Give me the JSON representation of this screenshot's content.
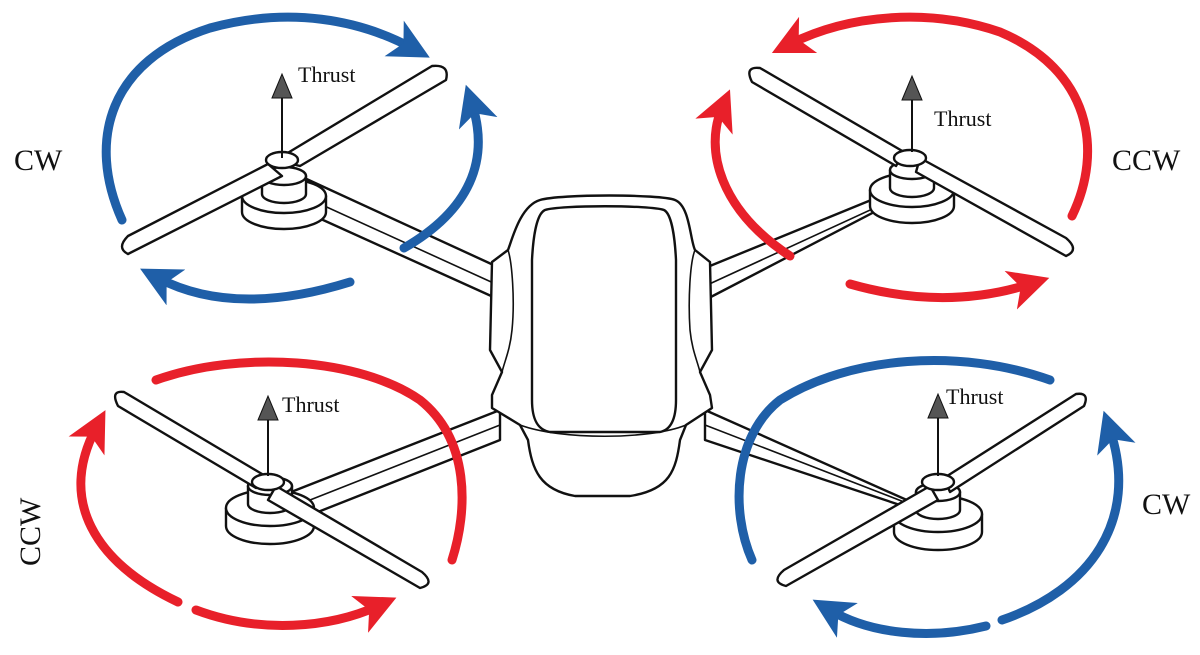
{
  "colors": {
    "cw_arrow": "#1f5fa8",
    "ccw_arrow": "#e8202a",
    "line": "#111111",
    "thrust_arrow_head": "#555555"
  },
  "rotors": [
    {
      "position": "front-left",
      "direction": "CW",
      "thrust_label": "Thrust",
      "icon": "cw-rotation-arrow-icon"
    },
    {
      "position": "front-right",
      "direction": "CCW",
      "thrust_label": "Thrust",
      "icon": "ccw-rotation-arrow-icon"
    },
    {
      "position": "rear-left",
      "direction": "CCW",
      "thrust_label": "Thrust",
      "icon": "ccw-rotation-arrow-icon"
    },
    {
      "position": "rear-right",
      "direction": "CW",
      "thrust_label": "Thrust",
      "icon": "cw-rotation-arrow-icon"
    }
  ]
}
